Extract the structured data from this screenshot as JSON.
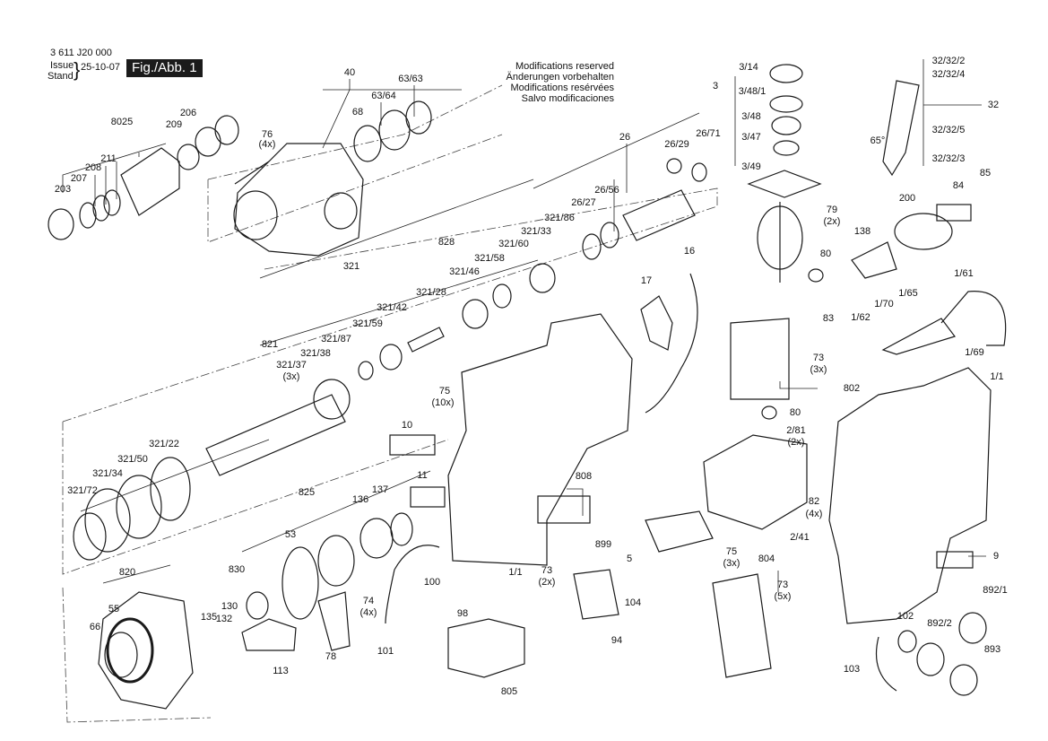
{
  "header": {
    "doc_number": "3 611 J20 000",
    "issue_label": "Issue",
    "stand_label": "Stand",
    "date": "25-10-07",
    "figure": "Fig./Abb. 1"
  },
  "modifications": [
    "Modifications reserved",
    "Änderungen vorbehalten",
    "Modifications resérvées",
    "Salvo modificaciones"
  ],
  "labels": [
    "40",
    "63/63",
    "63/64",
    "68",
    "206",
    "209",
    "8025",
    "211",
    "208",
    "207",
    "203",
    "76",
    "(4x)",
    "26",
    "26/71",
    "26/29",
    "26/56",
    "26/27",
    "321/86",
    "321/33",
    "321/60",
    "321/58",
    "828",
    "321/46",
    "321",
    "321/28",
    "321/42",
    "321/59",
    "321/87",
    "821",
    "321/38",
    "321/37",
    "(3x)",
    "321/50",
    "321/22",
    "321/34",
    "321/72",
    "825",
    "136",
    "137",
    "53",
    "830",
    "820",
    "55",
    "66",
    "130",
    "132",
    "135",
    "113",
    "78",
    "74",
    "(4x)",
    "101",
    "100",
    "10",
    "11",
    "75",
    "(10x)",
    "16",
    "17",
    "1/1",
    "808",
    "899",
    "5",
    "3/14",
    "3/48/1",
    "3/48",
    "3/47",
    "3/49",
    "3",
    "79",
    "(2x)",
    "80",
    "83",
    "73",
    "(3x)",
    "802",
    "80",
    "2/81",
    "(2x)",
    "82",
    "(4x)",
    "2/41",
    "32/32/2",
    "32/32/4",
    "32",
    "32/32/5",
    "32/32/3",
    "65°",
    "85",
    "84",
    "200",
    "138",
    "1/61",
    "1/65",
    "1/70",
    "1/62",
    "1/69",
    "1/1",
    "9",
    "892/1",
    "102",
    "892/2",
    "893",
    "103",
    "75",
    "(3x)",
    "804",
    "73",
    "(5x)",
    "73",
    "(2x)",
    "104",
    "98",
    "94",
    "805"
  ]
}
